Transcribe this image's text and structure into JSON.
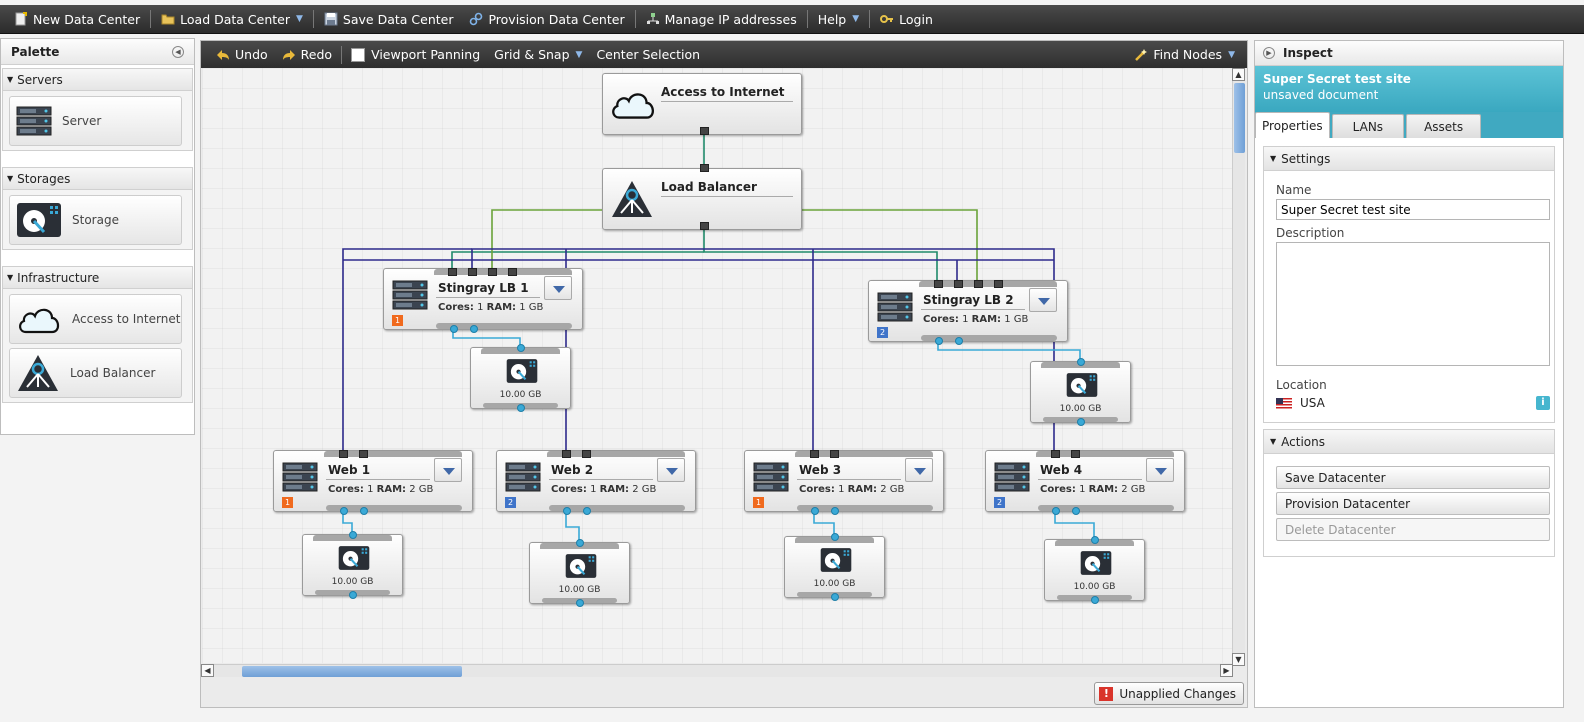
{
  "topbar": {
    "new_dc": "New Data Center",
    "load_dc": "Load Data Center",
    "save_dc": "Save Data Center",
    "provision_dc": "Provision Data Center",
    "manage_ip": "Manage IP addresses",
    "help": "Help",
    "login": "Login"
  },
  "palette": {
    "title": "Palette",
    "sections": [
      {
        "name": "Servers",
        "items": [
          "Server"
        ]
      },
      {
        "name": "Storages",
        "items": [
          "Storage"
        ]
      },
      {
        "name": "Infrastructure",
        "items": [
          "Access to Internet",
          "Load Balancer"
        ]
      }
    ]
  },
  "canvas_toolbar": {
    "undo": "Undo",
    "redo": "Redo",
    "viewport_panning": "Viewport Panning",
    "grid_snap": "Grid & Snap",
    "center_selection": "Center Selection",
    "find_nodes": "Find Nodes"
  },
  "nodes": {
    "internet": {
      "title": "Access to Internet"
    },
    "lb": {
      "title": "Load Balancer"
    },
    "stingray1": {
      "title": "Stingray LB 1",
      "cores_label": "Cores:",
      "cores": "1",
      "ram_label": "RAM:",
      "ram": "1 GB",
      "zone": "1"
    },
    "stingray2": {
      "title": "Stingray LB 2",
      "cores_label": "Cores:",
      "cores": "1",
      "ram_label": "RAM:",
      "ram": "1 GB",
      "zone": "2"
    },
    "web1": {
      "title": "Web 1",
      "cores_label": "Cores:",
      "cores": "1",
      "ram_label": "RAM:",
      "ram": "2 GB",
      "zone": "1"
    },
    "web2": {
      "title": "Web 2",
      "cores_label": "Cores:",
      "cores": "1",
      "ram_label": "RAM:",
      "ram": "2 GB",
      "zone": "2"
    },
    "web3": {
      "title": "Web 3",
      "cores_label": "Cores:",
      "cores": "1",
      "ram_label": "RAM:",
      "ram": "2 GB",
      "zone": "1"
    },
    "web4": {
      "title": "Web 4",
      "cores_label": "Cores:",
      "cores": "1",
      "ram_label": "RAM:",
      "ram": "2 GB",
      "zone": "2"
    },
    "storage_size": "10.00 GB"
  },
  "status": {
    "unapplied": "Unapplied Changes"
  },
  "inspect": {
    "title": "Inspect",
    "doc_title": "Super Secret test site",
    "doc_status": "unsaved document",
    "tabs": [
      "Properties",
      "LANs",
      "Assets"
    ],
    "settings": {
      "header": "Settings",
      "name_label": "Name",
      "name_value": "Super Secret test site",
      "description_label": "Description",
      "description_value": "",
      "location_label": "Location",
      "location_value": "USA"
    },
    "actions": {
      "header": "Actions",
      "save": "Save Datacenter",
      "provision": "Provision Datacenter",
      "delete": "Delete Datacenter"
    }
  },
  "colors": {
    "zone1": "#f06a1e",
    "zone2": "#3f74c9",
    "lan_purple": "#2e2a8c",
    "lan_green": "#6aa33a",
    "lan_teal": "#1f8a6a",
    "storage_link": "#3aa9d6",
    "inspect_accent": "#4cb6cc"
  }
}
